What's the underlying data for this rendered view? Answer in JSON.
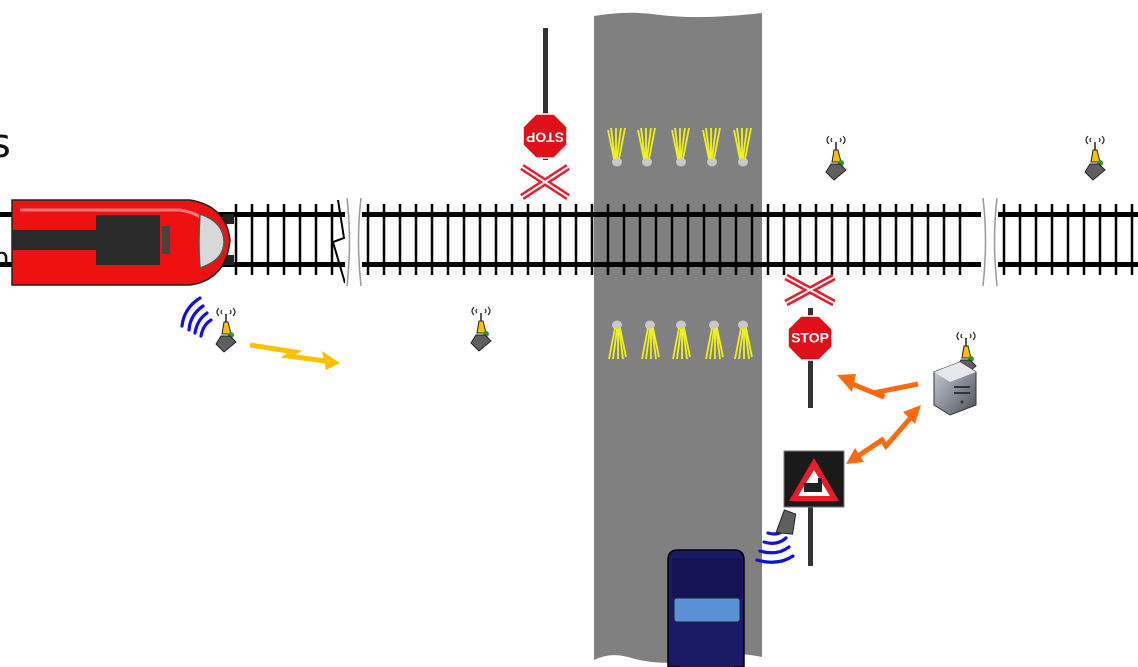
{
  "diagram": {
    "left_text_fragments": [
      "s",
      "n"
    ],
    "stop_sign_text": "STOP",
    "colors": {
      "road": "#808080",
      "rail": "#000000",
      "train_body": "#ee1111",
      "car_body": "#1a1a66",
      "car_window": "#5b8fd6",
      "stop_sign": "#e0101a",
      "crossbuck": "#e81c2c",
      "radio_waves": "#1010e0",
      "signal_arrow_train": "#ffc000",
      "signal_arrow_server": "#ff6a10",
      "road_light_beam": "#e8e820",
      "warning_sign_bg": "#1a1a1a",
      "warning_triangle": "#e81c2c"
    },
    "icons": [
      "train-icon",
      "car-icon",
      "stop-sign-icon",
      "crossbuck-icon",
      "warning-sign-icon",
      "server-icon",
      "sensor-icon",
      "radio-wave-icon",
      "lightning-arrow-icon",
      "road-light-icon"
    ]
  }
}
